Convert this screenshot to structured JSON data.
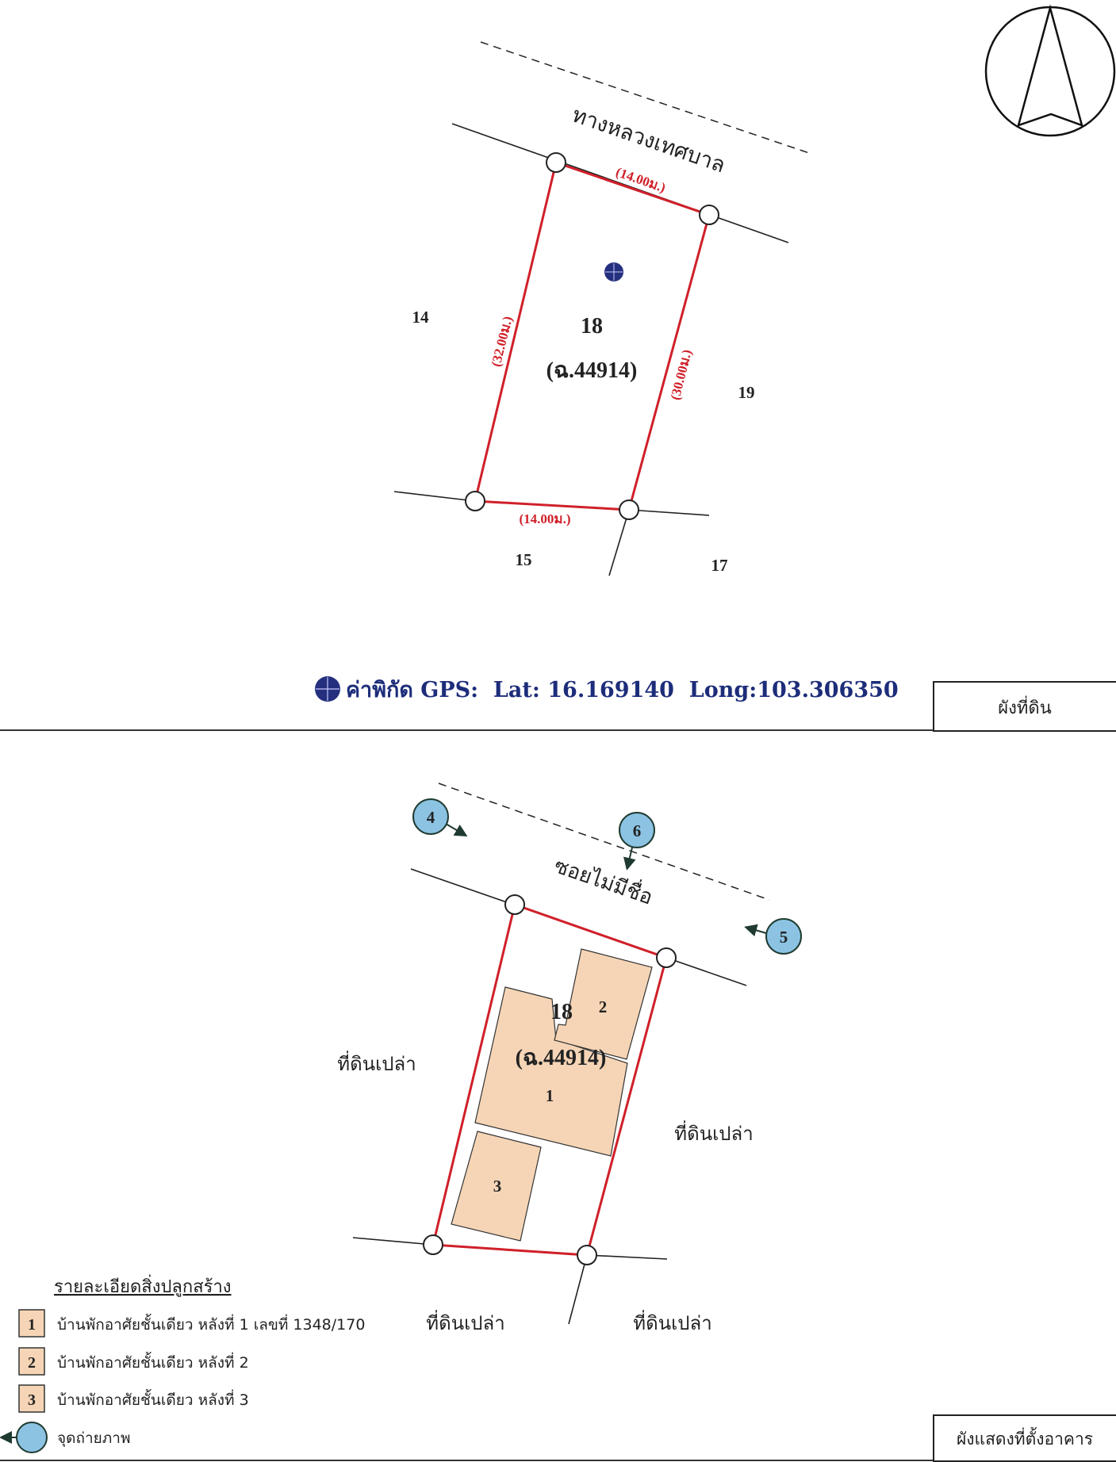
{
  "colors": {
    "boundary": "#d0202a",
    "building_fill": "#f5d5b6",
    "photo_point": "#8cc3e3",
    "gps_marker": "#24307e",
    "gps_text": "#1d2d7a"
  },
  "land_plan": {
    "title": "ผังที่ดิน",
    "road_name": "ทางหลวงเทศบาล",
    "parcel_number": "18",
    "deed_number": "(ฉ.44914)",
    "dimensions": {
      "top": "(14.00ม.)",
      "left": "(32.00ม.)",
      "right": "(30.00ม.)",
      "bottom": "(14.00ม.)"
    },
    "neighbors": {
      "west": "14",
      "east": "19",
      "south": "15",
      "southeast": "17"
    },
    "gps": {
      "label": "ค่าพิกัด GPS:  Lat: 16.169140  Long:103.306350"
    }
  },
  "building_plan": {
    "title": "ผังแสดงที่ตั้งอาคาร",
    "road_name": "ซอยไม่มีชื่อ",
    "parcel_number": "18",
    "deed_number": "(ฉ.44914)",
    "buildings": [
      {
        "number": "1"
      },
      {
        "number": "2"
      },
      {
        "number": "3"
      }
    ],
    "photo_points": [
      {
        "number": "4"
      },
      {
        "number": "6"
      },
      {
        "number": "5"
      }
    ],
    "neighbors": {
      "west": "ที่ดินเปล่า",
      "east": "ที่ดินเปล่า",
      "south": "ที่ดินเปล่า",
      "southeast": "ที่ดินเปล่า"
    }
  },
  "legend": {
    "title": "รายละเอียดสิ่งปลูกสร้าง",
    "items": [
      {
        "number": "1",
        "label": "บ้านพักอาศัยชั้นเดียว หลังที่ 1 เลขที่ 1348/170"
      },
      {
        "number": "2",
        "label": "บ้านพักอาศัยชั้นเดียว หลังที่ 2"
      },
      {
        "number": "3",
        "label": "บ้านพักอาศัยชั้นเดียว หลังที่ 3"
      }
    ],
    "photo_point_label": "จุดถ่ายภาพ"
  }
}
